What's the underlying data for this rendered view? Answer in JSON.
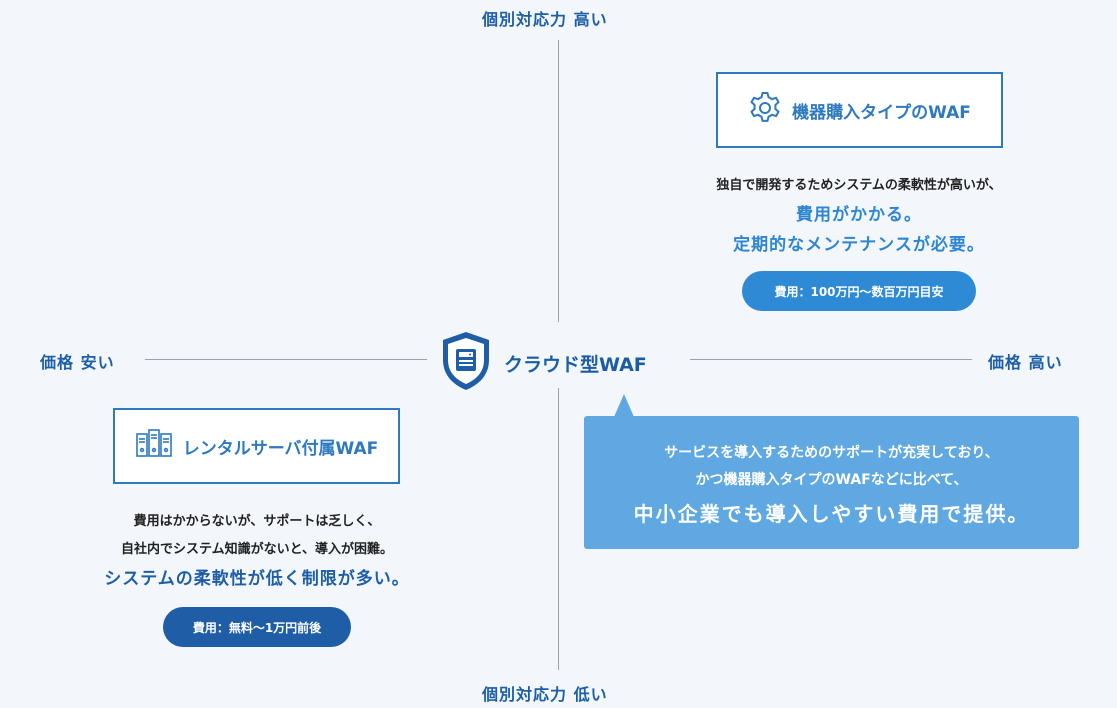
{
  "axes": {
    "top": "個別対応力 高い",
    "bottom": "個別対応力 低い",
    "left": "価格 安い",
    "right": "価格 高い"
  },
  "center": {
    "title": "クラウド型WAF",
    "icon": "shield-server-icon"
  },
  "upper_right": {
    "title": "機器購入タイプのWAF",
    "icon": "gear-icon",
    "desc1": "独自で開発するためシステムの柔軟性が高いが、",
    "highlight1": "費用がかかる。",
    "highlight2": "定期的なメンテナンスが必要。",
    "cost": "費用：100万円〜数百万円目安"
  },
  "lower_left": {
    "title": "レンタルサーバ付属WAF",
    "icon": "server-rack-icon",
    "desc1": "費用はかからないが、サポートは乏しく、",
    "desc2": "自社内でシステム知識がないと、導入が困難。",
    "highlight": "システムの柔軟性が低く制限が多い。",
    "cost": "費用：無料〜1万円前後"
  },
  "callout": {
    "line1": "サービスを導入するためのサポートが充実しており、",
    "line2": "かつ機器購入タイプのWAFなどに比べて、",
    "highlight": "中小企業でも導入しやすい費用で提供。"
  },
  "colors": {
    "accent": "#2e79c0",
    "highlight": "#2e86d3",
    "dark_blue": "#1f5ea6",
    "pill_light": "#2f8ad6",
    "pill_dark": "#1f5ea6",
    "callout_bg": "#5fa8e1",
    "background": "#f3f7fc"
  }
}
